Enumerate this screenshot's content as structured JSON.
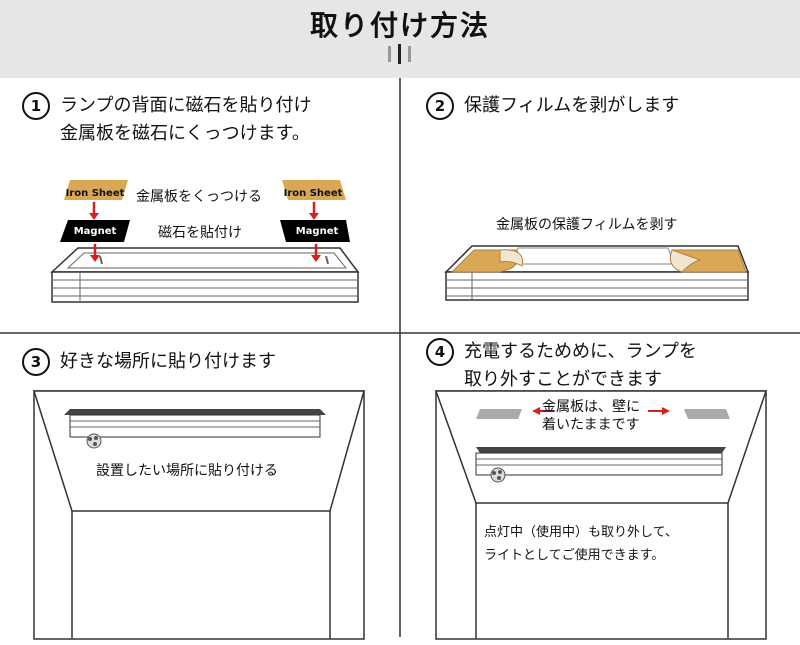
{
  "title": "取り付け方法",
  "steps": [
    {
      "num": "1",
      "lines": [
        "ランプの背面に磁石を貼り付け",
        "金属板を磁石にくっつけます。"
      ]
    },
    {
      "num": "2",
      "lines": [
        "保護フィルムを剥がします"
      ]
    },
    {
      "num": "3",
      "lines": [
        "好きな場所に貼り付けます"
      ]
    },
    {
      "num": "4",
      "lines": [
        "充電するためめに、ランプを",
        "取り外すことができます"
      ]
    }
  ],
  "panel1": {
    "iron_sheet": "Iron Sheet",
    "magnet": "Magnet",
    "label_metal": "金属板をくっつける",
    "label_magnet": "磁石を貼付け"
  },
  "panel2": {
    "label_film": "金属板の保護フィルムを剥す"
  },
  "panel3": {
    "label_attach": "設置したい場所に貼り付ける"
  },
  "panel4": {
    "note_line1": "金属板は、壁に",
    "note_line2": "着いたままです",
    "usage_line1": "点灯中（使用中）も取り外して、",
    "usage_line2": "ライトとしてご使用できます。"
  },
  "colors": {
    "header_bg": "#e6e6e6",
    "film": "#d9a857",
    "arrow": "#d42020",
    "magnet": "#000000"
  }
}
